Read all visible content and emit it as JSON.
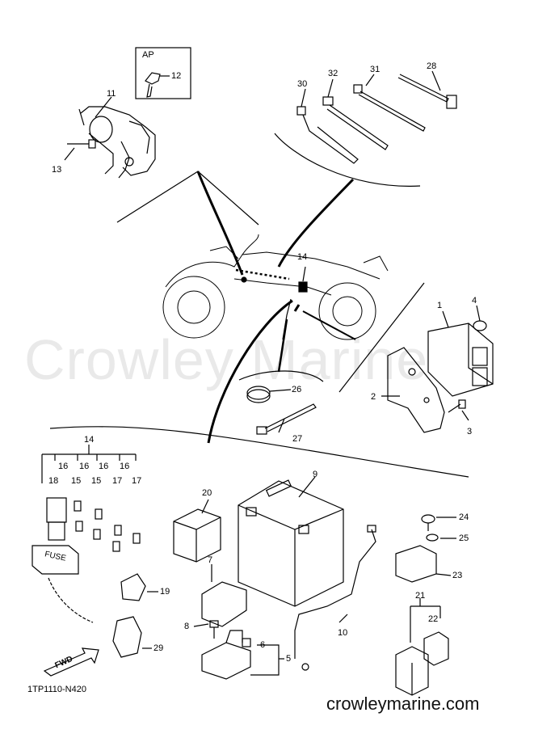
{
  "watermark": "Crowley Marine",
  "footer_site": "crowleymarine.com",
  "diagram_code": "1TP1110-N420",
  "ap_label": "AP",
  "fwd_label": "FWD",
  "fuse_text": "FUSE",
  "part_labels": {
    "p1": "1",
    "p2": "2",
    "p3": "3",
    "p4": "4",
    "p5": "5",
    "p6": "6",
    "p7": "7",
    "p8": "8",
    "p9": "9",
    "p10": "10",
    "p11": "11",
    "p12": "12",
    "p13": "13",
    "p14a": "14",
    "p14b": "14",
    "p15a": "15",
    "p15b": "15",
    "p16a": "16",
    "p16b": "16",
    "p16c": "16",
    "p16d": "16",
    "p17a": "17",
    "p17b": "17",
    "p18": "18",
    "p19": "19",
    "p20": "20",
    "p21": "21",
    "p22": "22",
    "p23": "23",
    "p24": "24",
    "p25": "25",
    "p26": "26",
    "p27": "27",
    "p28": "28",
    "p29": "29",
    "p30": "30",
    "p31": "31",
    "p32": "32"
  }
}
